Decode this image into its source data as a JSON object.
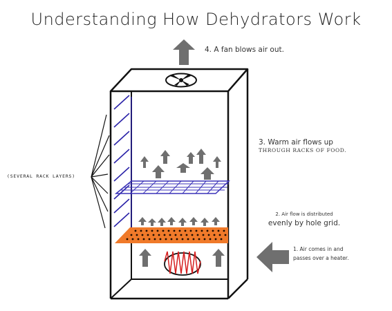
{
  "title": "Understanding How Dehydrators Work",
  "labels": {
    "step4": "4. A fan blows air out.",
    "step3_line1": "3. Warm air flows up",
    "step3_line2": "THROUGH RACKS OF FOOD.",
    "step2_line1": "2. Air flow is distributed",
    "step2_line2": "evenly by hole grid.",
    "step1_line1": "1. Air comes in and",
    "step1_line2": "passes over a heater.",
    "racks": "(SEVERAL RACK LAYERS)"
  },
  "colors": {
    "outline": "#111111",
    "rack": "#2a22a8",
    "grid": "#3a32b8",
    "tray": "#f07a2a",
    "heater": "#d61e1e",
    "arrow": "#6f6f6f"
  }
}
